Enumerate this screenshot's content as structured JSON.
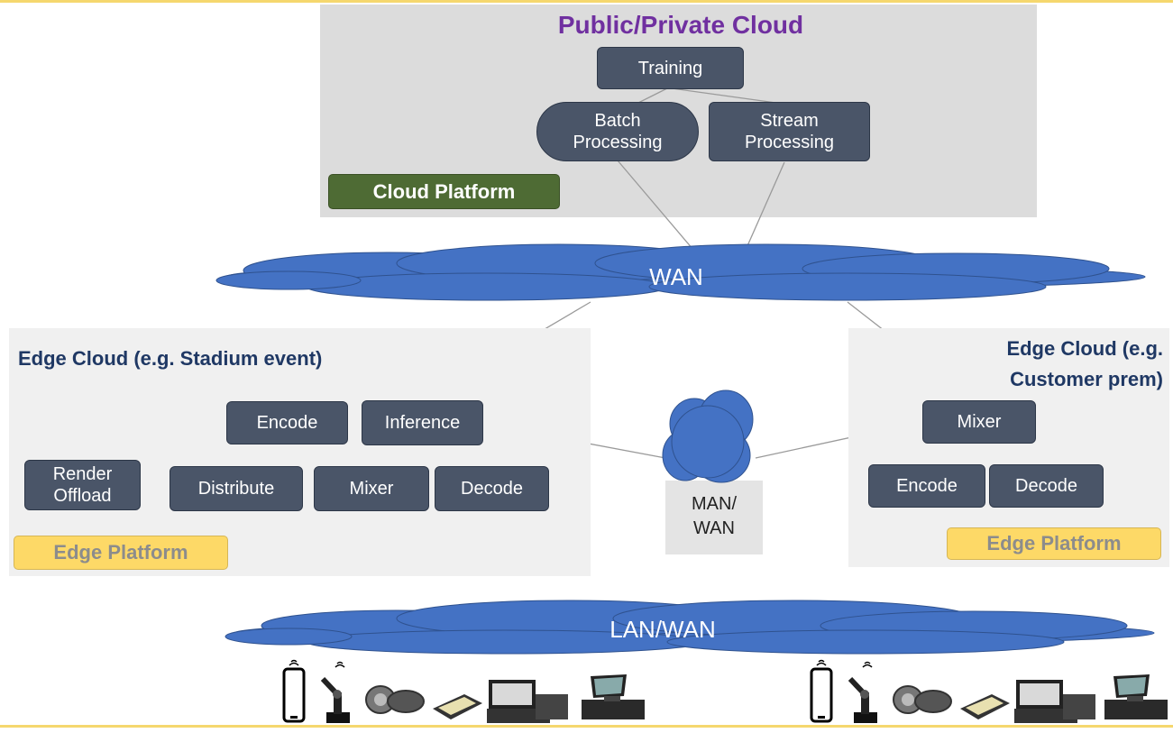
{
  "colors": {
    "top_border": "#f5d76e",
    "panel_gray": "#f0f0f0",
    "cloud_panel_gray": "#dcdcdc",
    "node_fill": "#4a5568",
    "cloud_blue": "#4472c4",
    "title_purple": "#7030a0",
    "title_navy": "#1f3864",
    "cloud_platform_green": "#4e6b34",
    "edge_platform_yellow": "#fdd967",
    "edge_platform_text": "#8c8c8c"
  },
  "cloud": {
    "title": "Public/Private Cloud",
    "training": "Training",
    "batch": "Batch\nProcessing",
    "stream": "Stream\nProcessing",
    "platform": "Cloud Platform"
  },
  "networks": {
    "wan": "WAN",
    "man_wan": "MAN/\nWAN",
    "lan_wan": "LAN/WAN"
  },
  "edge_left": {
    "title": "Edge Cloud (e.g. Stadium event)",
    "encode": "Encode",
    "inference": "Inference",
    "render_offload": "Render\nOffload",
    "distribute": "Distribute",
    "mixer": "Mixer",
    "decode": "Decode",
    "platform": "Edge Platform"
  },
  "edge_right": {
    "title": "Edge Cloud (e.g.\nCustomer prem)",
    "mixer": "Mixer",
    "encode": "Encode",
    "decode": "Decode",
    "platform": "Edge Platform"
  },
  "device_icons": [
    "smartphone-icon",
    "robot-arm-icon",
    "vr-headset-icon",
    "card-reader-icon",
    "pos-terminal-icon",
    "cash-register-icon"
  ]
}
